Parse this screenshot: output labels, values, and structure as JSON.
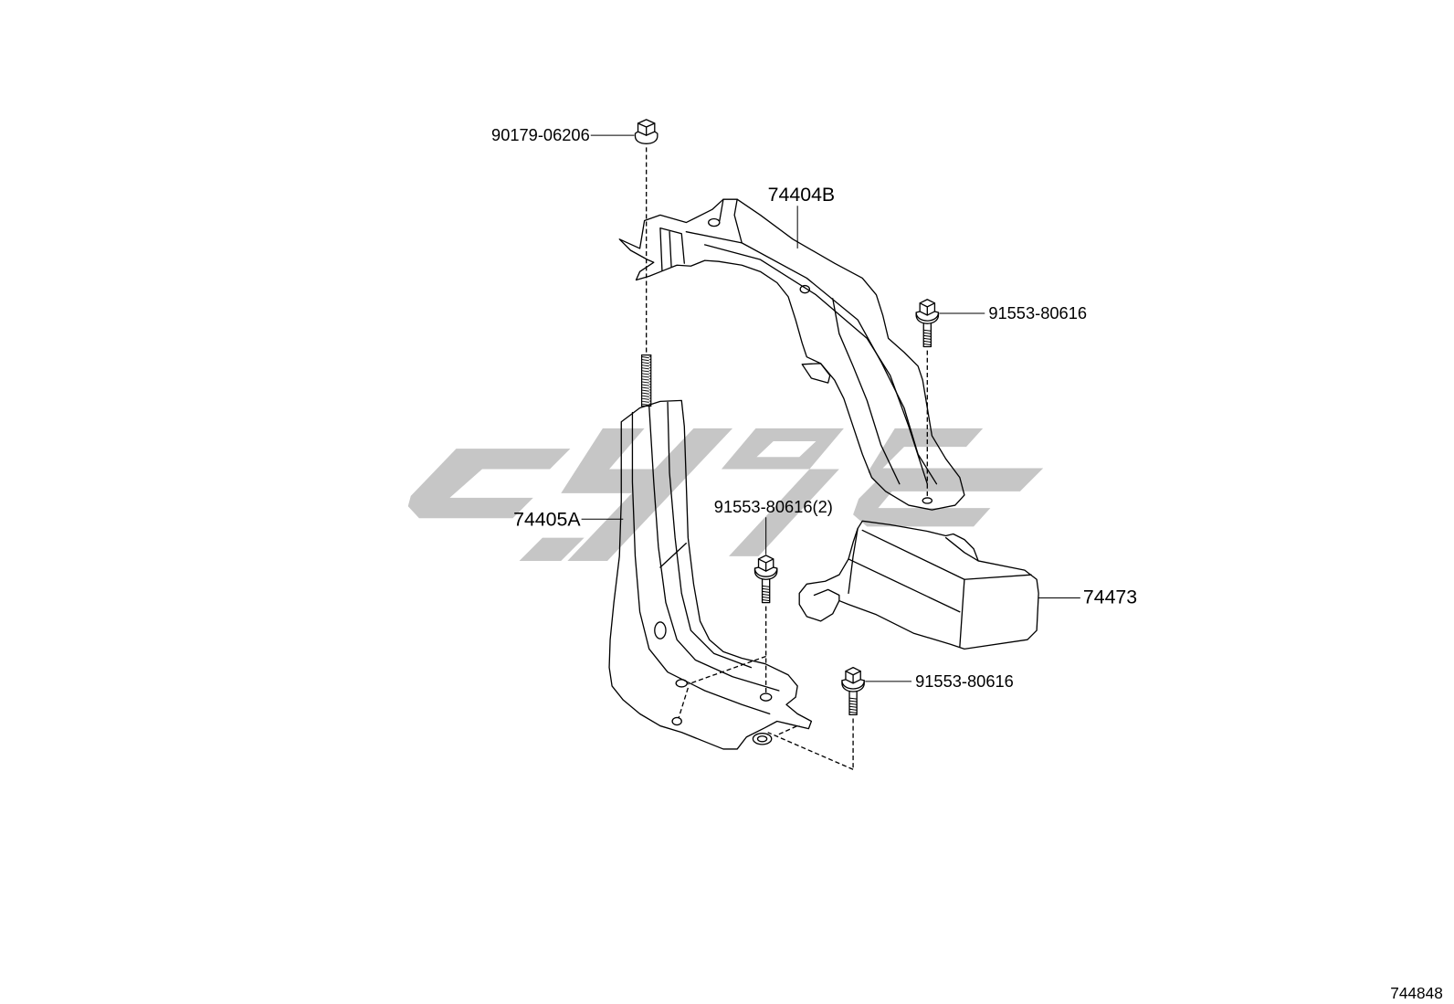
{
  "diagram": {
    "callouts": {
      "nut_top": "90179-06206",
      "bracket_upper": "74404B",
      "bolt_upper": "91553-80616",
      "bracket_lower": "74405A",
      "bolt_middle": "91553-80616(2)",
      "cover": "74473",
      "bolt_lower": "91553-80616"
    },
    "figure_number": "744848",
    "colors": {
      "line": "#000000",
      "watermark": "#c6c6c6",
      "background": "#ffffff"
    }
  }
}
